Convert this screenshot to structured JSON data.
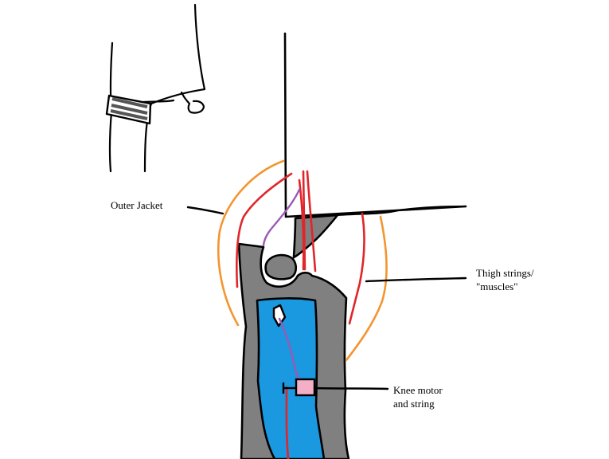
{
  "labels": {
    "outer_jacket": "Outer Jacket",
    "thigh_strings_line1": "Thigh strings/",
    "thigh_strings_line2": "\"muscles\"",
    "knee_motor_line1": "Knee motor",
    "knee_motor_line2": "and string"
  },
  "colors": {
    "outline": "#000000",
    "frame": "#808080",
    "inner_panel": "#1a98e0",
    "jacket": "#f39530",
    "string_red": "#e0262a",
    "string_purple": "#9b59b6",
    "motor": "#f4aec6",
    "background": "#ffffff"
  }
}
